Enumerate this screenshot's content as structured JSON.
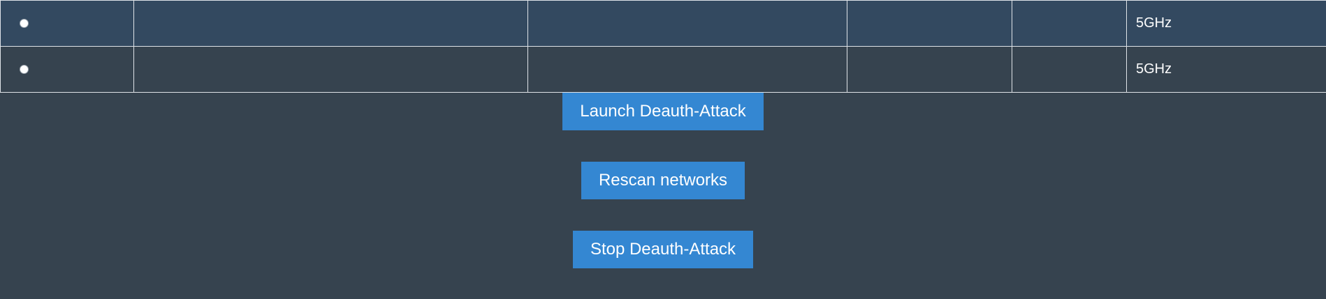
{
  "networks_table": {
    "rows": [
      {
        "col_b": "",
        "col_c": "",
        "col_d": "",
        "col_e": "",
        "band": "5GHz"
      },
      {
        "col_b": "",
        "col_c": "",
        "col_d": "",
        "col_e": "",
        "band": "5GHz"
      }
    ]
  },
  "actions": {
    "launch_label": "Launch Deauth-Attack",
    "rescan_label": "Rescan networks",
    "stop_label": "Stop Deauth-Attack"
  },
  "colors": {
    "page_background": "#36434f",
    "row_highlight": "#334960",
    "button": "#3487d2",
    "grid_line": "#dfe3e8"
  }
}
